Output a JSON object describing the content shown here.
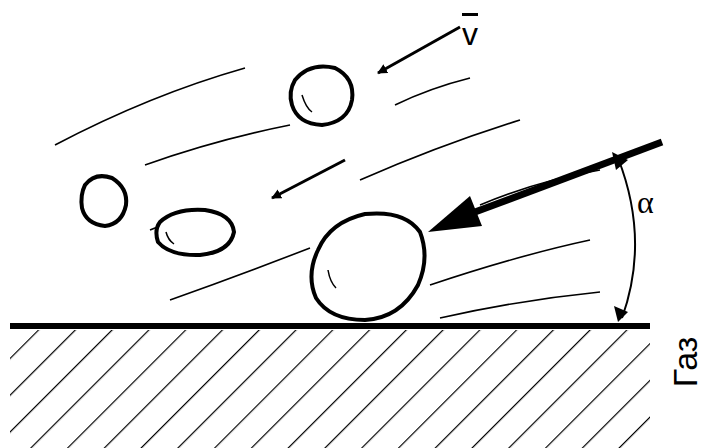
{
  "diagram": {
    "labels": [
      "v",
      "α",
      "Газ"
    ]
  }
}
